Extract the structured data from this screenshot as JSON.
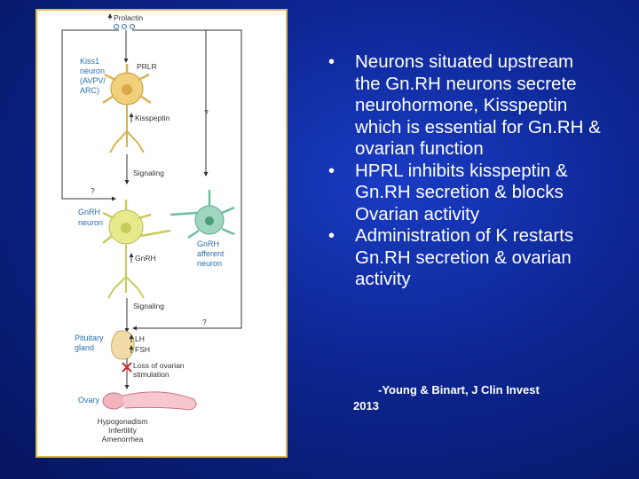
{
  "diagram": {
    "prolactin": "Prolactin",
    "kiss1_neuron": [
      "Kiss1",
      "neuron",
      "(AVPV/",
      "ARC)"
    ],
    "prlr": "PRLR",
    "kisspeptin": "Kisspeptin",
    "signaling_1": "Signaling",
    "question": "?",
    "gnrh_neuron": [
      "GnRH",
      "neuron"
    ],
    "gnrh_afferent": [
      "GnRH",
      "afferent",
      "neuron"
    ],
    "gnrh": "GnRH",
    "signaling_2": "Signaling",
    "pituitary": [
      "Pituitary",
      "gland"
    ],
    "lh": "LH",
    "fsh": "FSH",
    "loss_of_ovarian": [
      "Loss of ovarian",
      "stimulation"
    ],
    "ovary": "Ovary",
    "outcomes": [
      "Hypogonadism",
      "Infertility",
      "Amenorrhea"
    ]
  },
  "bullets": [
    "Neurons situated upstream the Gn.RH neurons secrete neurohormone, Kisspeptin which is essential for Gn.RH & ovarian function",
    "HPRL inhibits kisspeptin & Gn.RH secretion & blocks Ovarian activity",
    "Administration of K restarts Gn.RH secretion & ovarian activity"
  ],
  "citation": {
    "line1": "-Young & Binart, J Clin Invest",
    "line2": "2013"
  }
}
